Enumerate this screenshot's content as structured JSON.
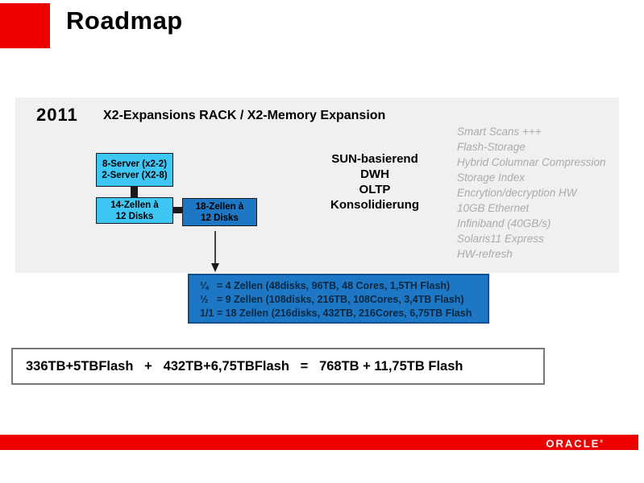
{
  "header": {
    "title": "Roadmap"
  },
  "panel": {
    "year": "2011",
    "heading": "X2-Expansions RACK / X2-Memory Expansion",
    "boxes": {
      "server": {
        "line1": "8-Server (x2-2)",
        "line2": "2-Server (X2-8)"
      },
      "cells14": {
        "line1": "14-Zellen à",
        "line2": "12 Disks"
      },
      "cells18": {
        "line1": "18-Zellen à",
        "line2": "12 Disks"
      }
    },
    "center_text": [
      "SUN-basierend",
      "DWH",
      "OLTP",
      "Konsolidierung"
    ],
    "features": [
      "Smart Scans +++",
      "Flash-Storage",
      "Hybrid Columnar Compression",
      "Storage Index",
      "Encrytion/decryption HW",
      "10GB Ethernet",
      "Infiniband (40GB/s)",
      "Solaris11 Express",
      "HW-refresh"
    ]
  },
  "config_box": {
    "lines": [
      "¼   = 4 Zellen (48disks, 96TB, 48 Cores, 1,5TH Flash)",
      "½   = 9 Zellen (108disks, 216TB, 108Cores, 3,4TB Flash)",
      "1/1 = 18 Zellen (216disks, 432TB, 216Cores, 6,75TB Flash"
    ]
  },
  "formula_box": {
    "text": "336TB+5TBFlash   +   432TB+6,75TBFlash   =   768TB + 11,75TB Flash"
  },
  "footer": {
    "logo": "ORACLE",
    "logo_mark": "®"
  },
  "colors": {
    "accent_red": "#EC0000",
    "light_blue": "#3EC7F2",
    "dark_blue": "#1E77C4",
    "panel_gray": "#F0F0F0",
    "feature_text_gray": "#ABABAB",
    "config_text_navy": "#0B2840"
  }
}
